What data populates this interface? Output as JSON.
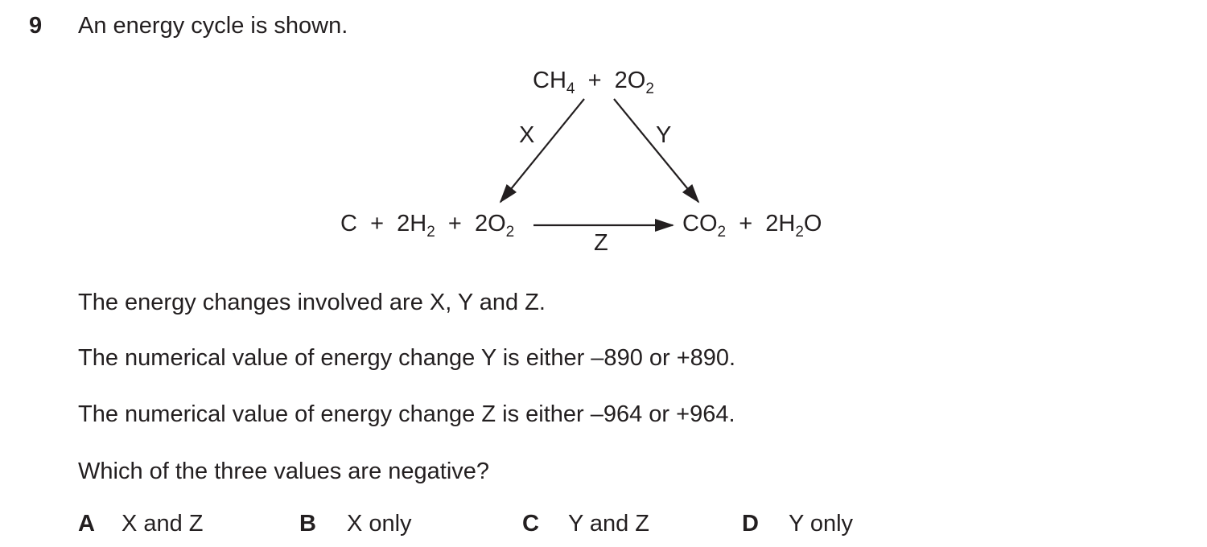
{
  "question": {
    "number": "9",
    "stem": "An energy cycle is shown."
  },
  "cycle": {
    "top": {
      "a": "CH",
      "a_sub": "4",
      "plus": "+",
      "b": "2O",
      "b_sub": "2"
    },
    "left": {
      "a": "C",
      "plus1": "+",
      "b": "2H",
      "b_sub": "2",
      "plus2": "+",
      "c": "2O",
      "c_sub": "2"
    },
    "right": {
      "a": "CO",
      "a_sub": "2",
      "plus": "+",
      "b": "2H",
      "b_sub": "2",
      "b_tail": "O"
    },
    "labels": {
      "x": "X",
      "y": "Y",
      "z": "Z"
    }
  },
  "paragraphs": {
    "p1": "The energy changes involved are X, Y and Z.",
    "p2": "The numerical value of energy change Y is either –890 or +890.",
    "p3": "The numerical value of energy change Z is either –964 or +964.",
    "p4": "Which of the three values are negative?"
  },
  "options": [
    {
      "letter": "A",
      "text": "X and Z"
    },
    {
      "letter": "B",
      "text": "X only"
    },
    {
      "letter": "C",
      "text": "Y and Z"
    },
    {
      "letter": "D",
      "text": "Y only"
    }
  ]
}
